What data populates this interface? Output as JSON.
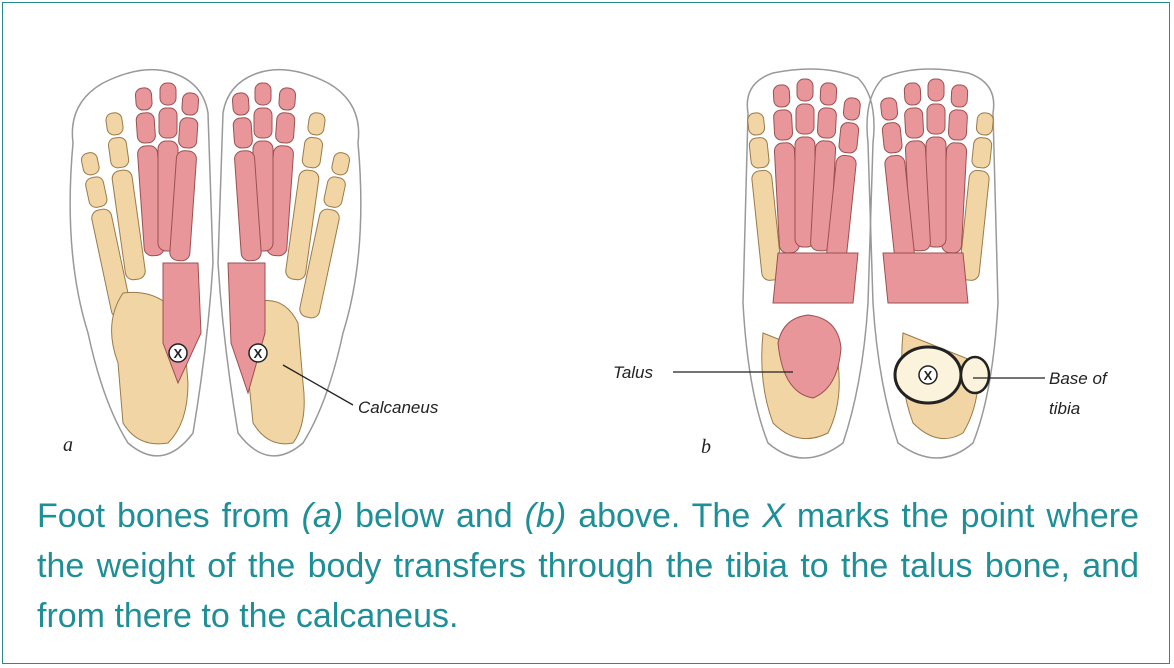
{
  "figure": {
    "panel_a": "a",
    "panel_b": "b",
    "label_calcaneus": "Calcaneus",
    "label_talus": "Talus",
    "label_base_of_tibia_line1": "Base of",
    "label_base_of_tibia_line2": "tibia",
    "marker": "X"
  },
  "caption": {
    "p1": "Foot bones from ",
    "a": "(a)",
    "p2": " below and ",
    "b": "(b)",
    "p3": " above. The ",
    "x": "X",
    "p4": " marks the point where the weight of the body transfers through the tibia to the talus bone, and from there to the calcaneus."
  },
  "colors": {
    "border": "#2a8a8a",
    "caption_text": "#1e8f97",
    "tan_bone": "#f2d5a4",
    "pink_bone": "#e9969a"
  }
}
